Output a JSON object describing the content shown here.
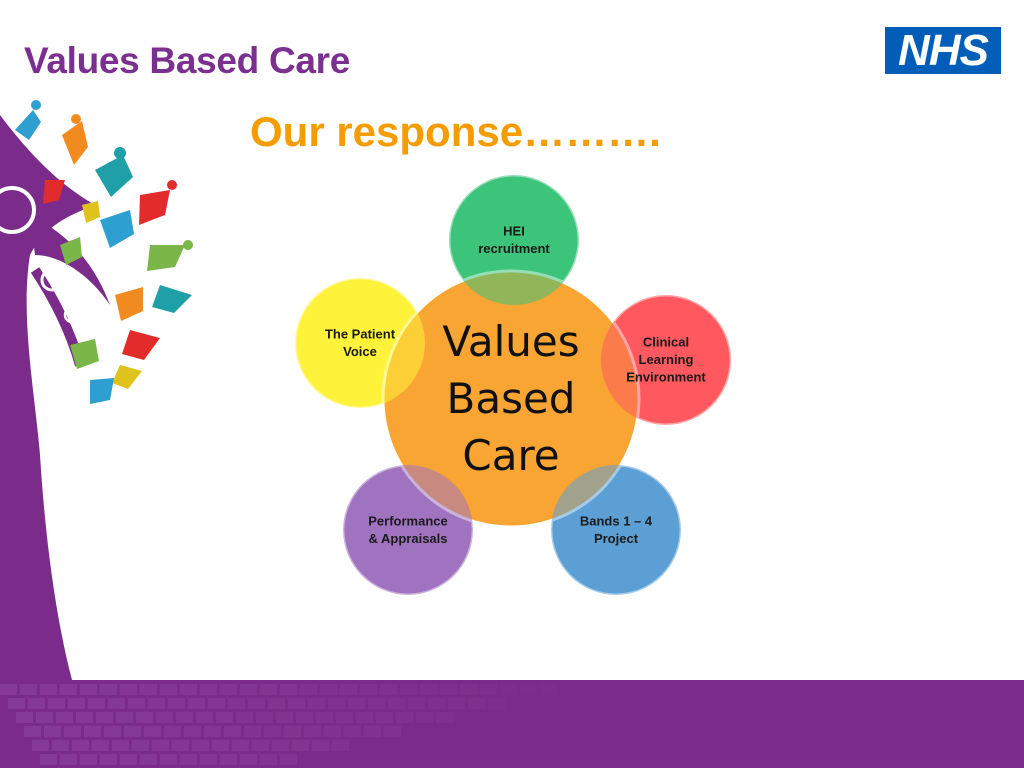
{
  "slide": {
    "title": "Values Based Care",
    "subtitle": "Our response……….",
    "logo_text": "NHS"
  },
  "diagram": {
    "center": {
      "lines": [
        "Values",
        "Based",
        "Care"
      ],
      "color": "#f9a533"
    },
    "nodes": [
      {
        "id": "hei",
        "lines": [
          "HEI",
          "recruitment"
        ],
        "color": "#3cc47a"
      },
      {
        "id": "clinical",
        "lines": [
          "Clinical",
          "Learning",
          "Environment"
        ],
        "color": "#ff5a5f"
      },
      {
        "id": "bands",
        "lines": [
          "Bands 1 – 4",
          "Project"
        ],
        "color": "#5b9fd6"
      },
      {
        "id": "performance",
        "lines": [
          "Performance",
          "& Appraisals"
        ],
        "color": "#a073c0"
      },
      {
        "id": "patient",
        "lines": [
          "The Patient",
          "Voice"
        ],
        "color": "#fff23a"
      }
    ]
  },
  "colors": {
    "title": "#7b2f8e",
    "subtitle": "#f59c00",
    "nhs_blue": "#005eb8",
    "banner": "#7b2b8a"
  }
}
